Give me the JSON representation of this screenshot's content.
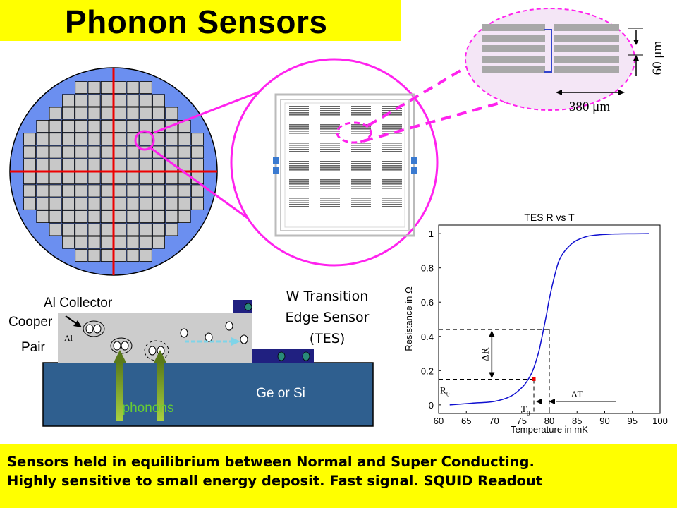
{
  "title": "Phonon Sensors",
  "zoom": {
    "height_label": "60 μm",
    "width_label": "380 μm"
  },
  "cross_section": {
    "al_collector_label": "Al Collector",
    "cooper_label": "Cooper",
    "pair_label": "Pair",
    "al_small_label": "Al",
    "w_tes_label_1": "W Transition",
    "w_tes_label_2": "Edge Sensor",
    "w_tes_label_3": "(TES)",
    "substrate_label": "Ge or Si",
    "phonons_label": "phonons"
  },
  "chart_data": {
    "type": "line",
    "title": "TES R vs T",
    "xlabel": "Temperature in mK",
    "ylabel": "Resistance in Ω",
    "xlim": [
      60,
      100
    ],
    "ylim": [
      -0.05,
      1.05
    ],
    "x_ticks": [
      "60",
      "65",
      "70",
      "75",
      "80",
      "85",
      "90",
      "95",
      "100"
    ],
    "y_ticks": [
      "0",
      "0.2",
      "0.4",
      "0.6",
      "0.8",
      "1"
    ],
    "series": [
      {
        "x": [
          62,
          66,
          70,
          73,
          75,
          76,
          77,
          78,
          78.5,
          79,
          79.5,
          80,
          81,
          82,
          84,
          86,
          88,
          92,
          98
        ],
        "y": [
          0.0,
          0.01,
          0.02,
          0.05,
          0.1,
          0.14,
          0.2,
          0.3,
          0.37,
          0.45,
          0.53,
          0.62,
          0.76,
          0.86,
          0.94,
          0.975,
          0.99,
          0.998,
          1.0
        ]
      }
    ],
    "annotations": {
      "delta_r": "ΔR",
      "r0": "R",
      "r0_sub": "0",
      "t0": "T",
      "t0_sub": "0",
      "delta_t": "ΔT"
    },
    "grid": false
  },
  "footer": {
    "line1": "Sensors held in equilibrium between Normal and Super Conducting.",
    "line2": "Highly sensitive to small energy deposit. Fast signal. SQUID Readout"
  },
  "colors": {
    "highlight_yellow": "#ffff00",
    "wafer_blue": "#6b8ff0",
    "magenta": "#ff22ee",
    "cross_red": "#ee0000",
    "substrate_blue": "#2f5f8f",
    "tes_navy": "#202080",
    "curve_blue": "#1010d0"
  }
}
